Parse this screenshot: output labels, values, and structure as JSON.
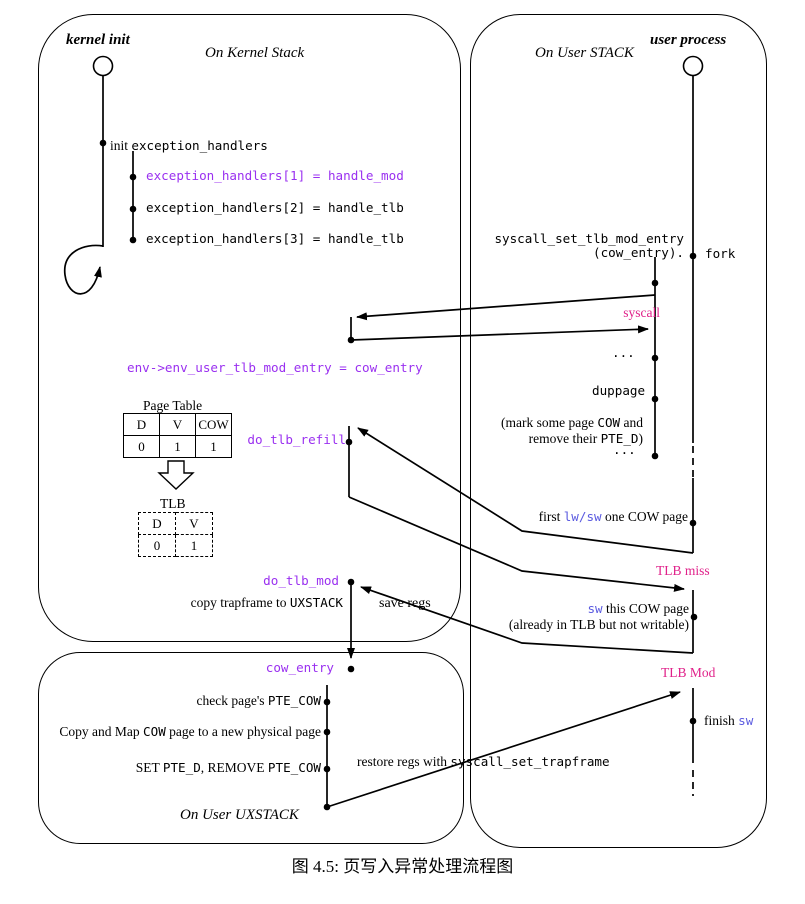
{
  "caption": "图 4.5: 页写入异常处理流程图",
  "colors": {
    "purple": "#9a30f0",
    "magenta": "#e0218a",
    "blue": "#5b5be0",
    "line": "#000000"
  },
  "kernel_lane": {
    "actor": "kernel init",
    "stack_label": "On Kernel Stack",
    "init_event": {
      "prefix": "init ",
      "code": "exception_handlers"
    },
    "handlers": [
      "exception_handlers[1] = handle_mod",
      "exception_handlers[2] = handle_tlb",
      "exception_handlers[3] = handle_tlb"
    ],
    "env_assign": "env->env_user_tlb_mod_entry = cow_entry",
    "page_table": {
      "title": "Page Table",
      "headers": [
        "D",
        "V",
        "COW"
      ],
      "row": [
        "0",
        "1",
        "1"
      ]
    },
    "tlb_table": {
      "title": "TLB",
      "headers": [
        "D",
        "V"
      ],
      "row": [
        "0",
        "1"
      ]
    },
    "do_tlb_refill": "do_tlb_refill",
    "do_tlb_mod": "do_tlb_mod",
    "copy_trapframe": {
      "prefix": "copy trapframe to ",
      "code": "UXSTACK"
    },
    "save_regs": "save regs"
  },
  "user_lane": {
    "actor": "user process",
    "stack_label": "On User STACK",
    "syscall_set": {
      "line1": "syscall_set_tlb_mod_entry",
      "line2": "(cow_entry)."
    },
    "fork": "fork",
    "syscall_event": "syscall",
    "ellipsis1": "...",
    "duppage": "duppage",
    "mark_cow": {
      "l1_pre": "(mark some page ",
      "l1_code": "COW",
      "l1_post": " and",
      "l2_pre": "remove their ",
      "l2_code": "PTE_D",
      "l2_post": ")"
    },
    "ellipsis2": "...",
    "first_lwsw": {
      "pre": "first ",
      "code": "lw/sw",
      "post": " one COW page"
    },
    "tlb_miss": "TLB miss",
    "sw_cow": {
      "code": "sw",
      "post": " this COW page"
    },
    "already": "(already in TLB but not writable)",
    "tlb_mod": "TLB Mod",
    "finish": {
      "pre": "finish ",
      "code": "sw"
    }
  },
  "uxstack_lane": {
    "cow_entry": "cow_entry",
    "check_page": {
      "pre": "check page's ",
      "code": "PTE_COW"
    },
    "copy_map": {
      "pre": "Copy and Map ",
      "code": "COW",
      "post": " page to a new physical page"
    },
    "set_pte": {
      "pre": "SET ",
      "code1": "PTE_D",
      "mid": ", REMOVE ",
      "code2": "PTE_COW"
    },
    "restore": {
      "pre": "restore regs with ",
      "code": "syscall_set_trapframe"
    },
    "stack_label": "On User UXSTACK"
  }
}
